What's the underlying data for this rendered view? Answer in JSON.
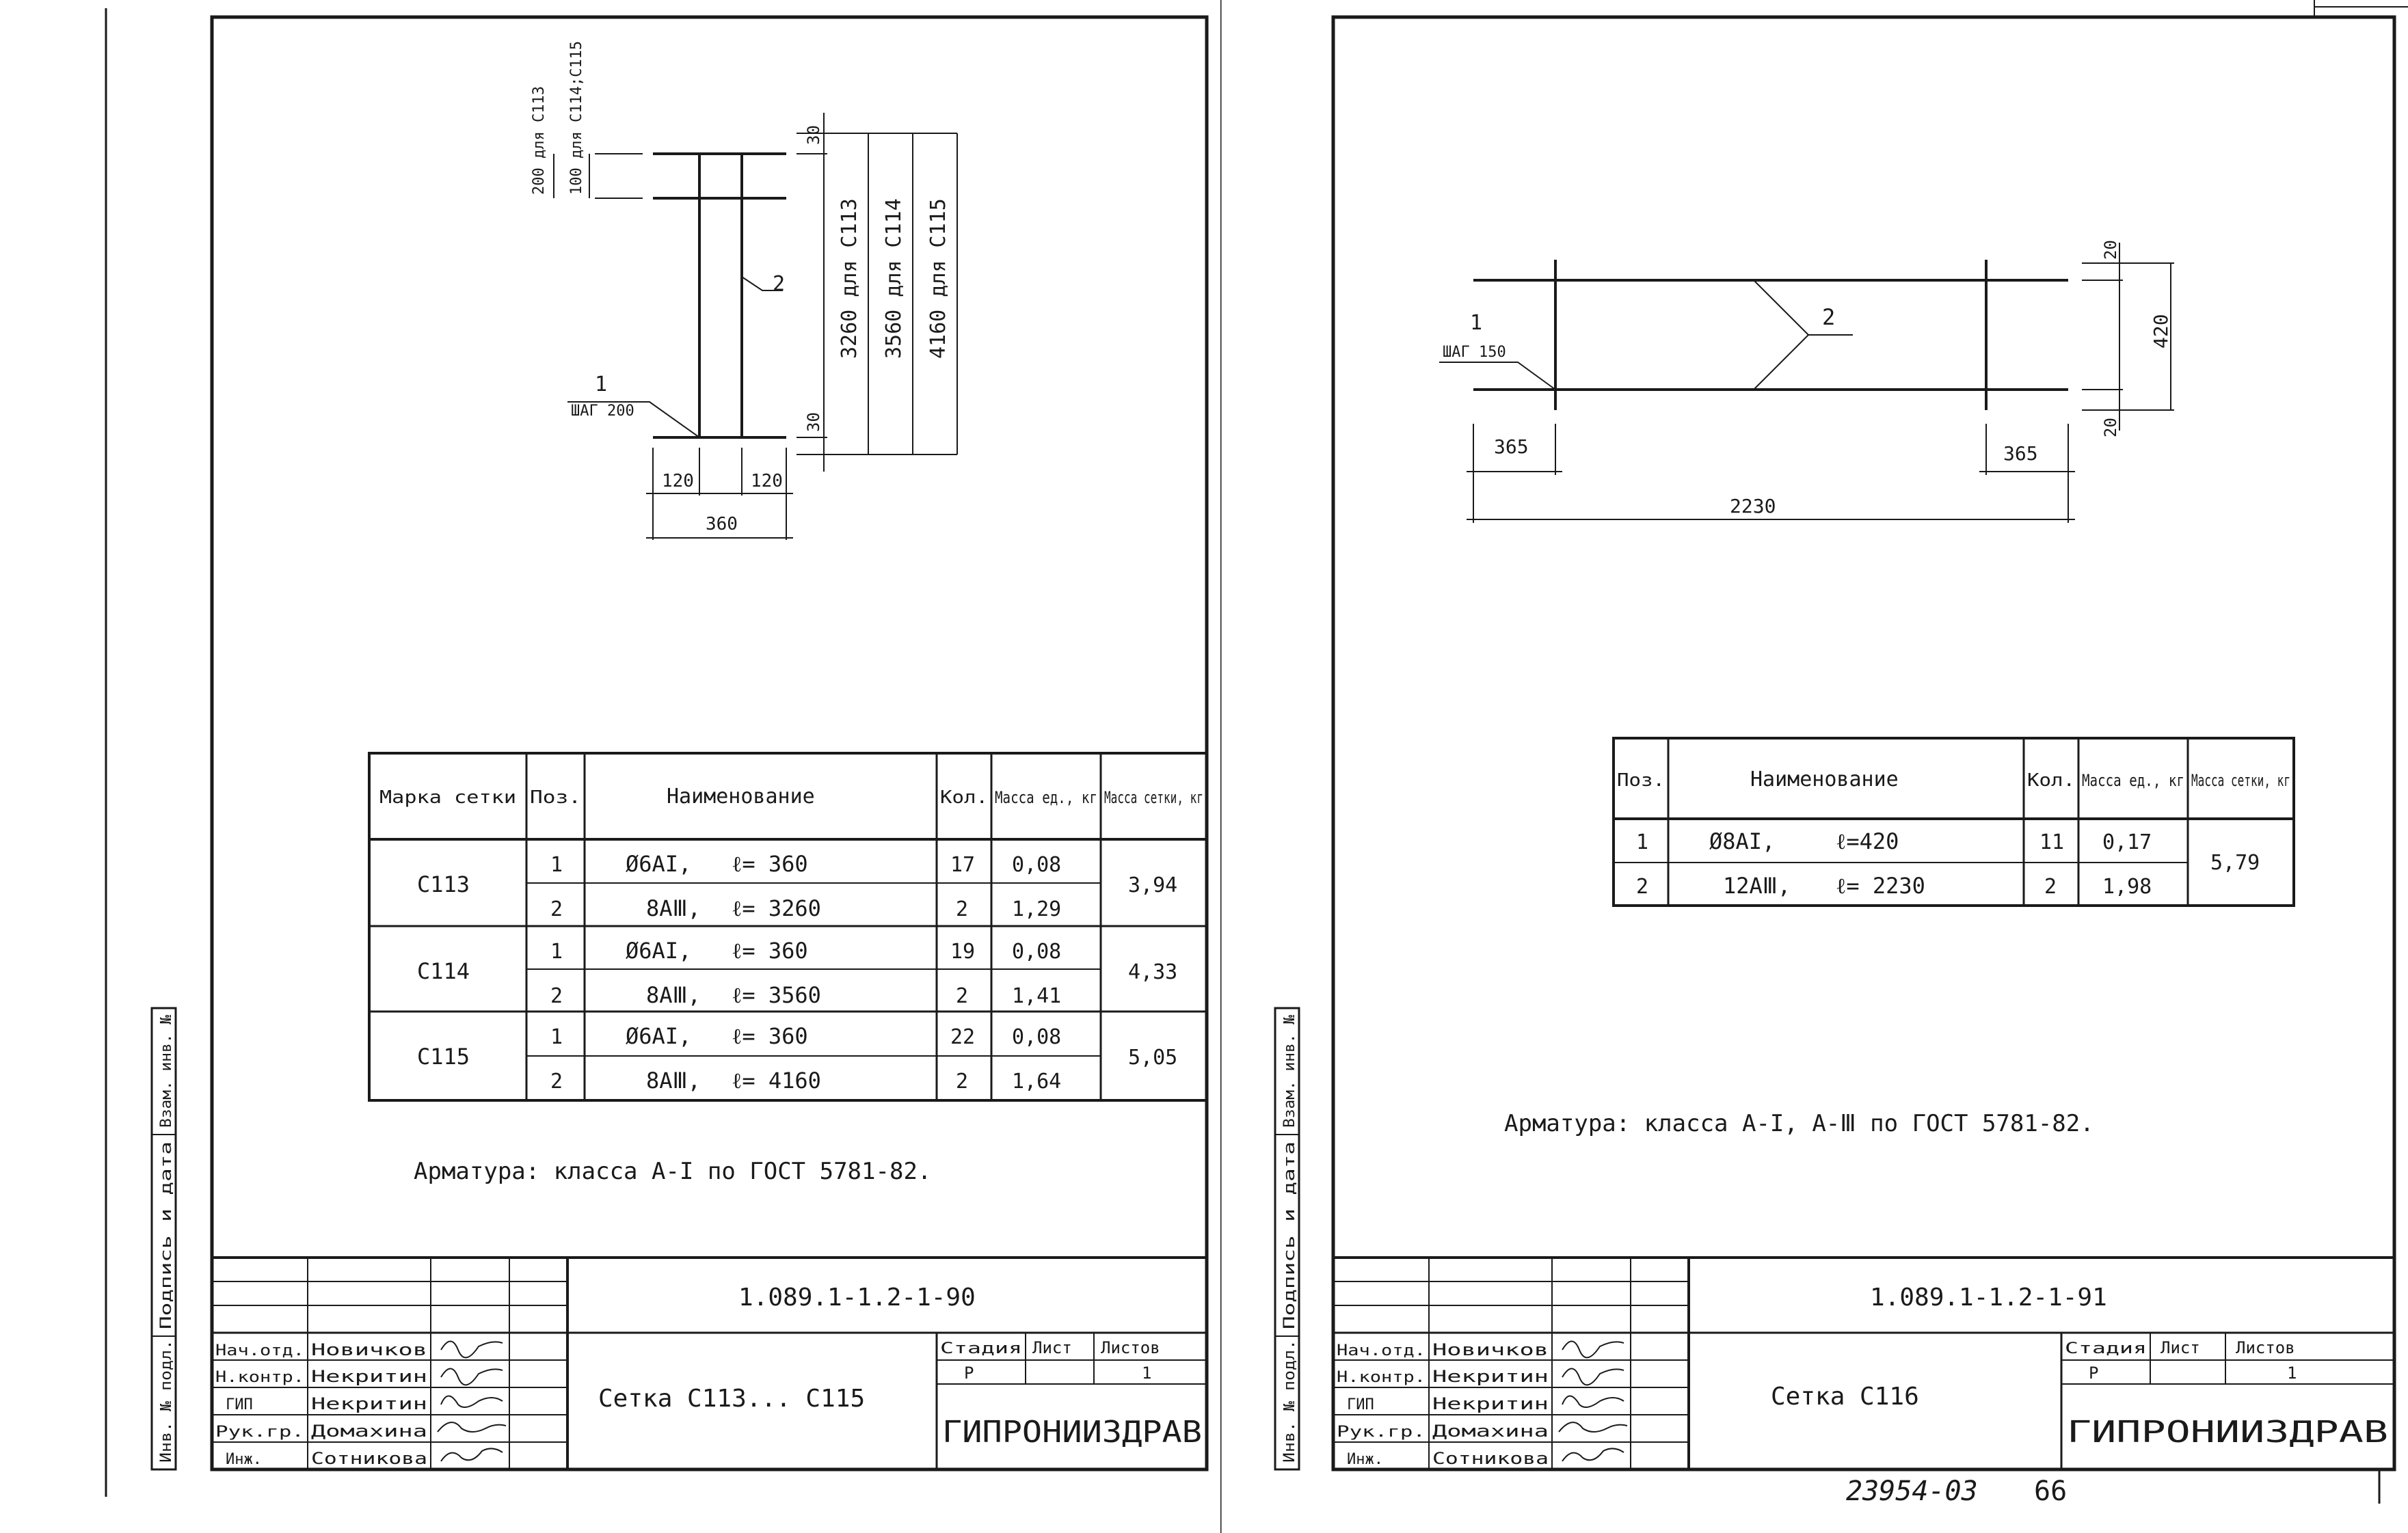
{
  "left": {
    "dims": {
      "top_left": "200 для С113",
      "top_right": "100 для С114;С115",
      "top_end": "30",
      "bottom_end": "30",
      "len1": "3260 для С113",
      "len2": "3560 для С114",
      "len3": "4160 для С115",
      "pos2": "2",
      "pos1": "1",
      "pos1_step": "ШАГ 200",
      "w_left": "120",
      "w_right": "120",
      "w_total": "360"
    },
    "table": {
      "headers": [
        "Марка сетки",
        "Поз.",
        "Наименование",
        "Кол.",
        "Масса ед., кг",
        "Масса сетки, кг"
      ],
      "groups": [
        {
          "mark": "С113",
          "rows": [
            {
              "pos": "1",
              "name": "Ø6АI,",
              "len": "ℓ= 360",
              "qty": "17",
              "mass": "0,08"
            },
            {
              "pos": "2",
              "name": "8АⅢ,",
              "len": "ℓ= 3260",
              "qty": "2",
              "mass": "1,29"
            }
          ],
          "total": "3,94"
        },
        {
          "mark": "С114",
          "rows": [
            {
              "pos": "1",
              "name": "Ø6АI,",
              "len": "ℓ= 360",
              "qty": "19",
              "mass": "0,08"
            },
            {
              "pos": "2",
              "name": "8АⅢ,",
              "len": "ℓ= 3560",
              "qty": "2",
              "mass": "1,41"
            }
          ],
          "total": "4,33"
        },
        {
          "mark": "С115",
          "rows": [
            {
              "pos": "1",
              "name": "Ø6АI,",
              "len": "ℓ= 360",
              "qty": "22",
              "mass": "0,08"
            },
            {
              "pos": "2",
              "name": "8АⅢ,",
              "len": "ℓ= 4160",
              "qty": "2",
              "mass": "1,64"
            }
          ],
          "total": "5,05"
        }
      ]
    },
    "note": "Арматура: класса А-I по ГОСТ 5781-82.",
    "side_labels": [
      "Инв. № подл.",
      "Подпись и дата",
      "Взам. инв. №"
    ],
    "stamp": {
      "code": "1.089.1-1.2-1-90",
      "title": "Сетка С113... С115",
      "stage_h": "Стадия",
      "sheet_h": "Лист",
      "sheets_h": "Листов",
      "stage": "Р",
      "sheet": "",
      "sheets": "1",
      "org": "ГИПРОНИИЗДРАВ",
      "people": [
        {
          "role": "Нач.отд.",
          "name": "Новичков"
        },
        {
          "role": "Н.контр.",
          "name": "Некритин"
        },
        {
          "role": "ГИП",
          "name": "Некритин"
        },
        {
          "role": "Рук.гр.",
          "name": "Домахина"
        },
        {
          "role": "Инж.",
          "name": "Сотникова"
        }
      ]
    }
  },
  "right": {
    "dims": {
      "top": "20",
      "bottom": "20",
      "height": "420",
      "pos1": "1",
      "pos1_step": "ШАГ 150",
      "pos2": "2",
      "left_off": "365",
      "right_off": "365",
      "total": "2230"
    },
    "table": {
      "headers": [
        "Поз.",
        "Наименование",
        "Кол.",
        "Масса ед., кг",
        "Масса сетки, кг"
      ],
      "rows": [
        {
          "pos": "1",
          "name": "Ø8АI,",
          "len": "ℓ=420",
          "qty": "11",
          "mass": "0,17"
        },
        {
          "pos": "2",
          "name": "12АⅢ,",
          "len": "ℓ= 2230",
          "qty": "2",
          "mass": "1,98"
        }
      ],
      "total": "5,79"
    },
    "note": "Арматура: класса А-I, А-Ⅲ по ГОСТ 5781-82.",
    "side_labels": [
      "Инв. № подл.",
      "Подпись и дата",
      "Взам. инв. №"
    ],
    "stamp": {
      "code": "1.089.1-1.2-1-91",
      "title": "Сетка С116",
      "stage_h": "Стадия",
      "sheet_h": "Лист",
      "sheets_h": "Листов",
      "stage": "Р",
      "sheet": "",
      "sheets": "1",
      "org": "ГИПРОНИИЗДРАВ",
      "people": [
        {
          "role": "Нач.отд.",
          "name": "Новичков"
        },
        {
          "role": "Н.контр.",
          "name": "Некритин"
        },
        {
          "role": "ГИП",
          "name": "Некритин"
        },
        {
          "role": "Рук.гр.",
          "name": "Домахина"
        },
        {
          "role": "Инж.",
          "name": "Сотникова"
        }
      ]
    },
    "archive_number": "23954-03",
    "page_number": "66"
  }
}
